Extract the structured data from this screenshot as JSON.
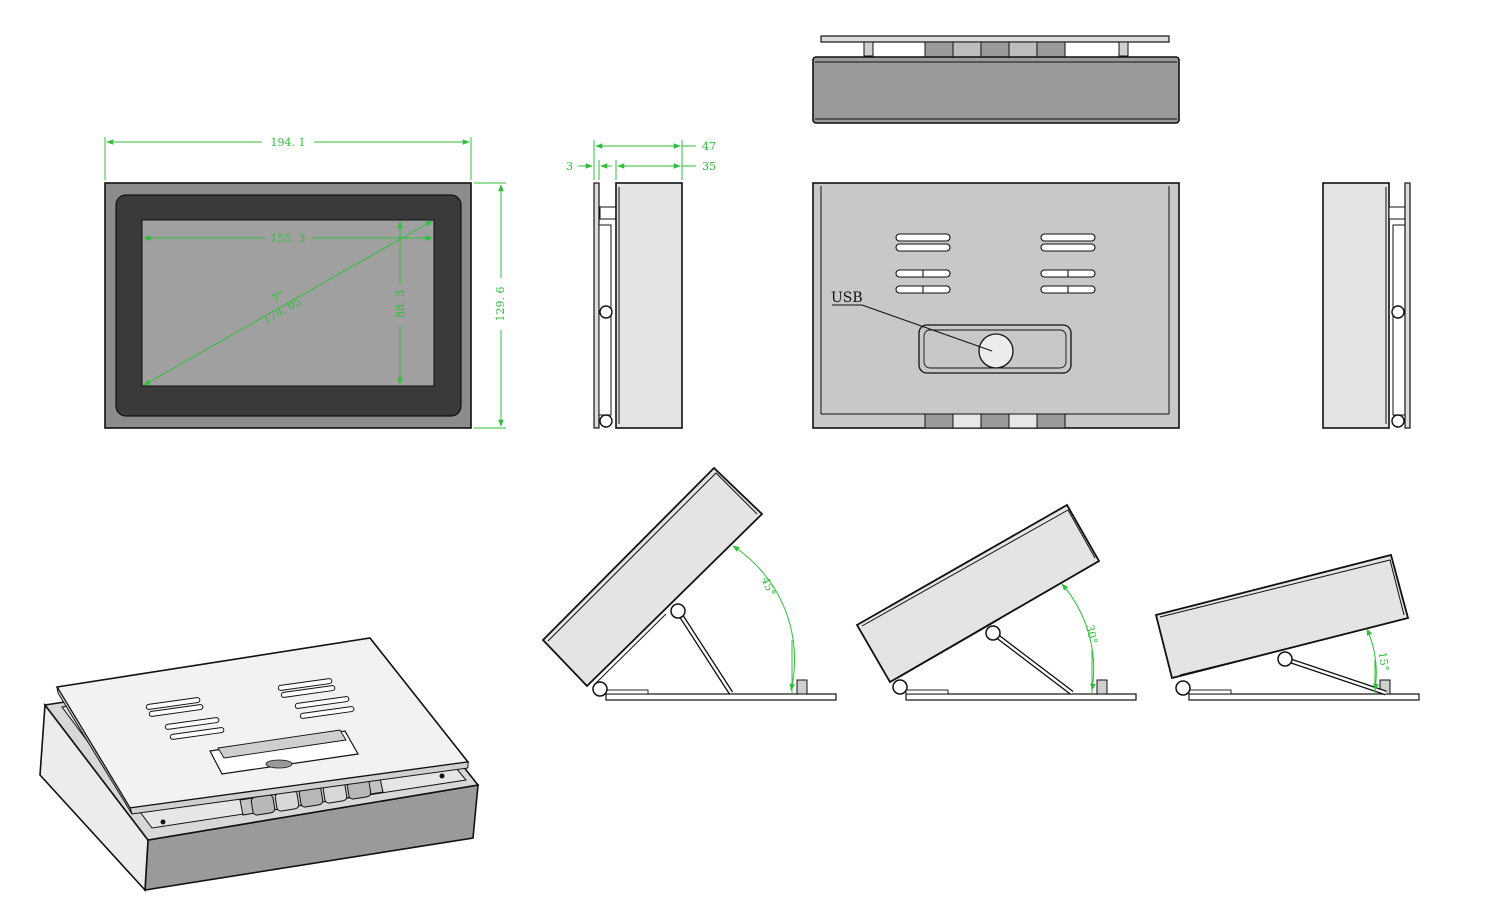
{
  "front_view": {
    "overall_width": "194. 1",
    "screen_width": "155. 3",
    "screen_height": "88. 3",
    "overall_height": "129. 6",
    "screen_size": "7\"",
    "diagonal": "178. 05"
  },
  "side_view": {
    "total_depth": "47",
    "plate_thickness": "3",
    "body_depth": "35"
  },
  "rear_view": {
    "usb_label": "USB"
  },
  "tilt_views": {
    "angle_45": "45°",
    "angle_30": "30°",
    "angle_15": "15°"
  },
  "colors": {
    "dimension": "#2fbf3a",
    "bezel_dark": "#3a3a3a",
    "frame": "#8c8c8c",
    "screen": "#a0a0a0",
    "plate": "#c8c8c8",
    "side_face": "#e4e4e4"
  }
}
